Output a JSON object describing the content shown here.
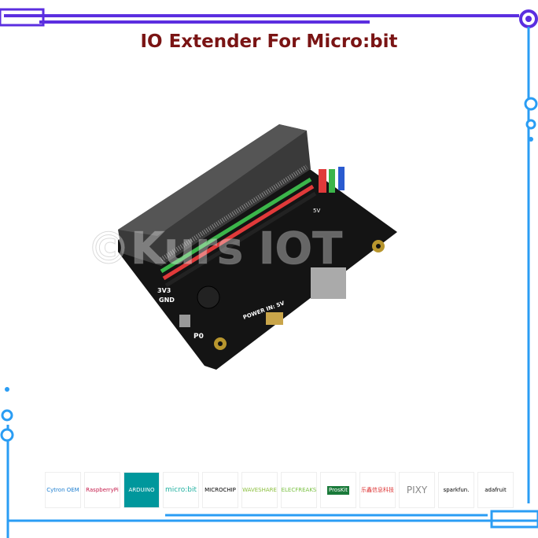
{
  "title": "IO Extender For Micro:bit",
  "watermark": "©Kurs IOT",
  "board_labels": {
    "v33": "3V3",
    "gnd": "GND",
    "p0": "P0",
    "power": "POWER IN: 5V",
    "v5": "5V"
  },
  "logos": [
    {
      "name": "Cytron OEM",
      "text": "Cytron OEM",
      "color": "#1e7fd0"
    },
    {
      "name": "Raspberry Pi",
      "text": "RaspberryPi",
      "color": "#c51a4a"
    },
    {
      "name": "Arduino",
      "text": "ARDUINO",
      "color": "#00979c"
    },
    {
      "name": "micro:bit",
      "text": "micro:bit",
      "color": "#20b0a0"
    },
    {
      "name": "Microchip",
      "text": "MICROCHIP",
      "color": "#c00"
    },
    {
      "name": "Waveshare",
      "text": "WAVESHARE",
      "color": "#8bbf3f"
    },
    {
      "name": "Elecfreaks",
      "text": "ELECFREAKS",
      "color": "#7ac143"
    },
    {
      "name": "ProsKit",
      "text": "ProsKit",
      "color": "#1a7a3a"
    },
    {
      "name": "Chinese brand",
      "text": "乐鑫信息科技",
      "color": "#d33"
    },
    {
      "name": "Pixy",
      "text": "PIXY",
      "color": "#888"
    },
    {
      "name": "SparkFun",
      "text": "sparkfun.",
      "color": "#e0402a"
    },
    {
      "name": "Adafruit",
      "text": "adafruit",
      "color": "#000"
    }
  ],
  "colors": {
    "frame_purple": "#5b2ee0",
    "frame_blue": "#2a9df4",
    "title": "#7a1414"
  }
}
